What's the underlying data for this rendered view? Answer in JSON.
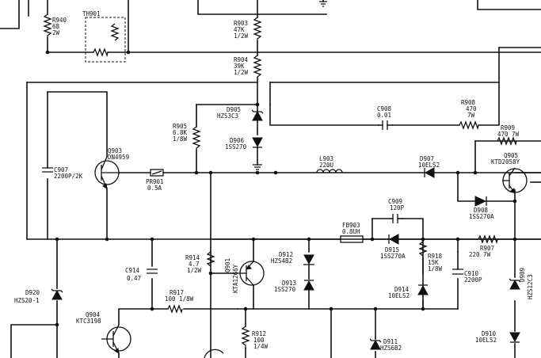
{
  "colors": {
    "ink": "#111111",
    "paper": "#ffffff"
  },
  "labels": {
    "R940": [
      "R940",
      "68",
      "2W"
    ],
    "TH901": [
      "TH901"
    ],
    "R903": [
      "R903",
      "47K",
      "1/2W"
    ],
    "R904": [
      "R904",
      "39K",
      "1/2W"
    ],
    "D905": [
      "D905",
      "HZS3C3"
    ],
    "D906": [
      "D906",
      "1SS270"
    ],
    "R905": [
      "R905",
      "6.8K",
      "1/8W"
    ],
    "Q903": [
      "Q903",
      "DN4959"
    ],
    "C907": [
      "C907",
      "2200P/2K"
    ],
    "PR901": [
      "PR901",
      "0.5A"
    ],
    "C908": [
      "C908",
      "0.01"
    ],
    "R908": [
      "R908",
      "470",
      "7W"
    ],
    "R909": [
      "R909",
      "470 7W"
    ],
    "L903": [
      "L903",
      "220U"
    ],
    "D907": [
      "D907",
      "10ELS2"
    ],
    "Q905": [
      "Q905",
      "KTD2058Y"
    ],
    "D908": [
      "D908",
      "1SS270A"
    ],
    "C909": [
      "C909",
      "120P"
    ],
    "FB903": [
      "FB903",
      "0.8UH"
    ],
    "D915": [
      "D915",
      "1SS270A"
    ],
    "R918": [
      "R918",
      "15K",
      "1/8W"
    ],
    "R907": [
      "R907",
      "220 7W"
    ],
    "D912": [
      "D912",
      "HZS4B2"
    ],
    "D913": [
      "D913",
      "1SS270"
    ],
    "Q901": [
      "Q901",
      "KTA1266Y"
    ],
    "R914": [
      "R914",
      "4.7",
      "1/2W"
    ],
    "C914": [
      "C914",
      "0.47"
    ],
    "R917": [
      "R917",
      "100 1/8W"
    ],
    "D914": [
      "D914",
      "10ELS2"
    ],
    "C910": [
      "C910",
      "2200P"
    ],
    "D909": [
      "D909",
      "HZS12C3"
    ],
    "D920": [
      "D920",
      "HZS20-1"
    ],
    "Q904": [
      "Q904",
      "KTC3198"
    ],
    "R912": [
      "R912",
      "100",
      "1/4W"
    ],
    "D911": [
      "D911",
      "HZS6B2"
    ],
    "D910": [
      "D910",
      "10ELS2"
    ]
  }
}
